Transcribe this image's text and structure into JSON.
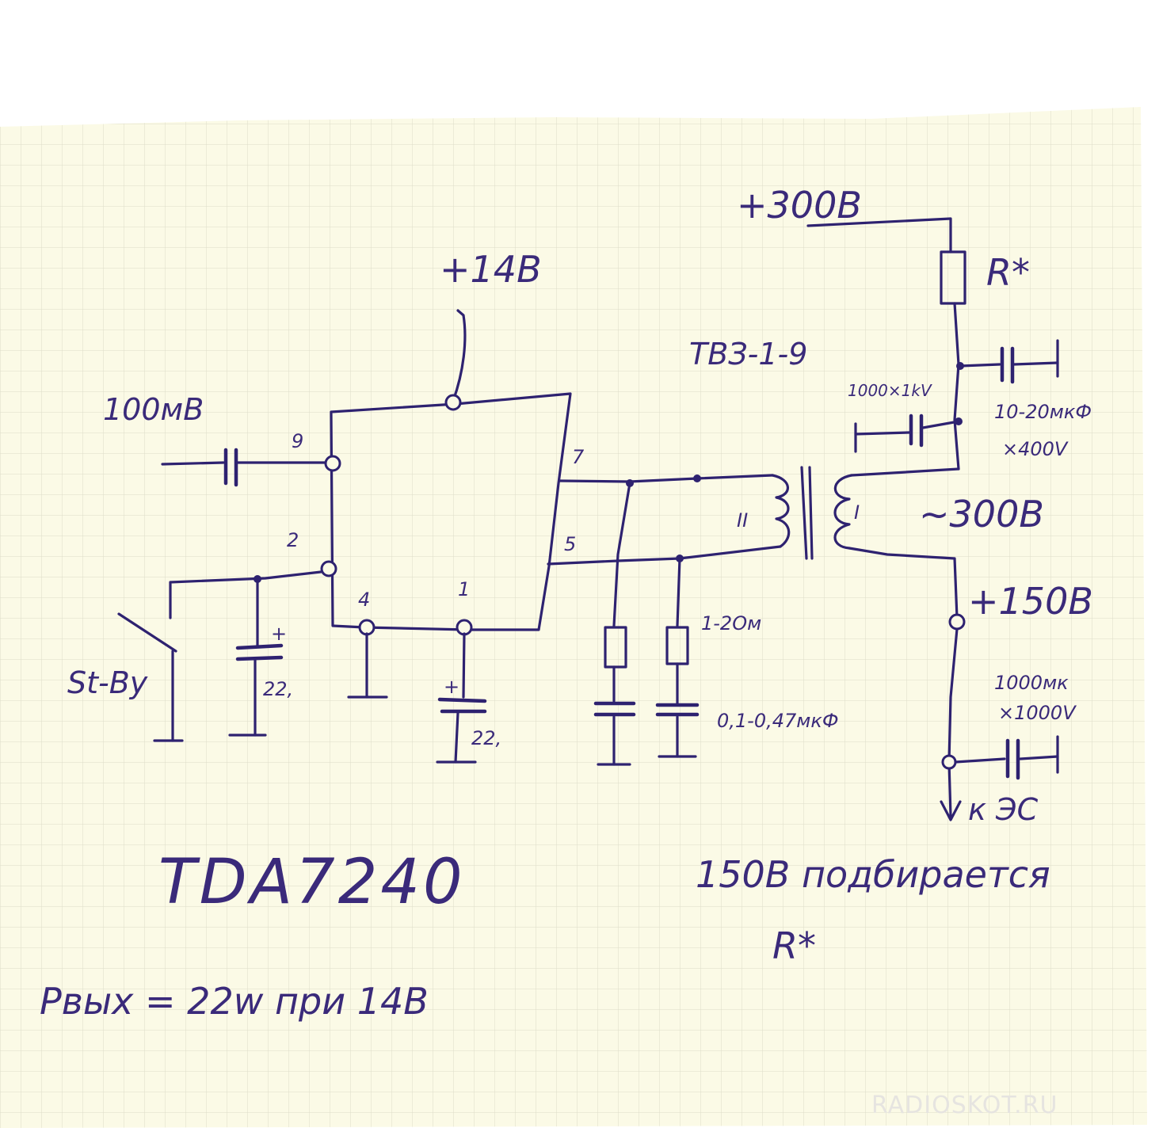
{
  "paper": {
    "background": "#fbfae6",
    "grid_color": "#dcdcc8",
    "ink_color": "#2e2270"
  },
  "labels": {
    "supply_14v": "+14В",
    "supply_300v": "+300В",
    "resistor_rstar": "R*",
    "tube_ref": "ТВЗ-1-9",
    "cap_1000_1kv": "1000×1kV",
    "cap_10_20": "10-20мкФ",
    "cap_10_20_v": "×400V",
    "winding_300": "~300В",
    "winding_2": "II",
    "winding_1": "I",
    "input_level": "100мВ",
    "pin_9": "9",
    "pin_7": "7",
    "pin_2": "2",
    "pin_5": "5",
    "pin_4": "4",
    "pin_1": "1",
    "standby": "St-By",
    "cap_22_a": "22,",
    "cap_22_b": "22,",
    "plus_a": "+",
    "plus_b": "+",
    "snubber_r": "1-2Ом",
    "snubber_c": "0,1-0,47мкФ",
    "supply_150v": "+150В",
    "cap_1000uf": "1000мк",
    "cap_1000uf_v": "×1000V",
    "to_es": "к ЭС",
    "chip": "TDA7240",
    "note_150": "150В подбирается",
    "note_rstar": "R*",
    "power_out": "Pвых = 22w при 14В"
  },
  "watermark": "RADIOSKOT.RU"
}
